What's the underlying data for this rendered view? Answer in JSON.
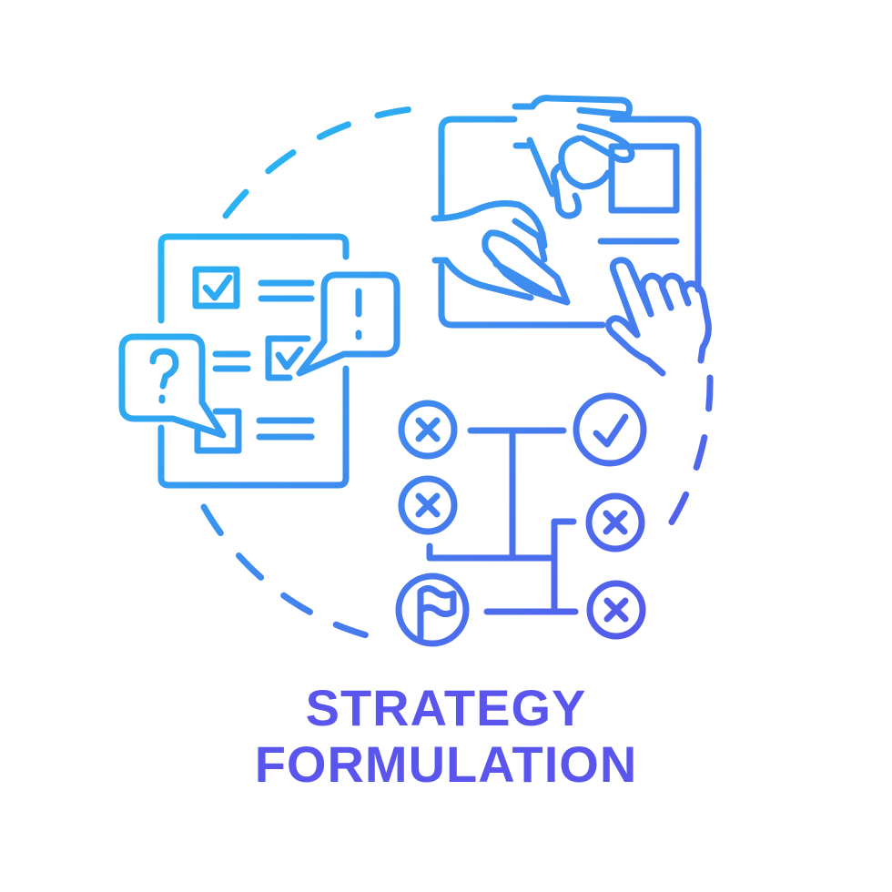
{
  "illustration": {
    "title_line1": "STRATEGY",
    "title_line2": "FORMULATION",
    "colors": {
      "gradient_start": "#1ec8f5",
      "gradient_mid": "#3b8cf0",
      "gradient_end": "#5b4fec",
      "text": "#5a55ec",
      "background": "#ffffff"
    },
    "icons": [
      "dashed-circle-frame",
      "checklist-document-icon",
      "question-speech-bubble-icon",
      "exclamation-speech-bubble-icon",
      "hands-on-board-icon",
      "decision-tree-icon",
      "flag-icon",
      "check-circle-icon",
      "x-circle-icon"
    ]
  }
}
